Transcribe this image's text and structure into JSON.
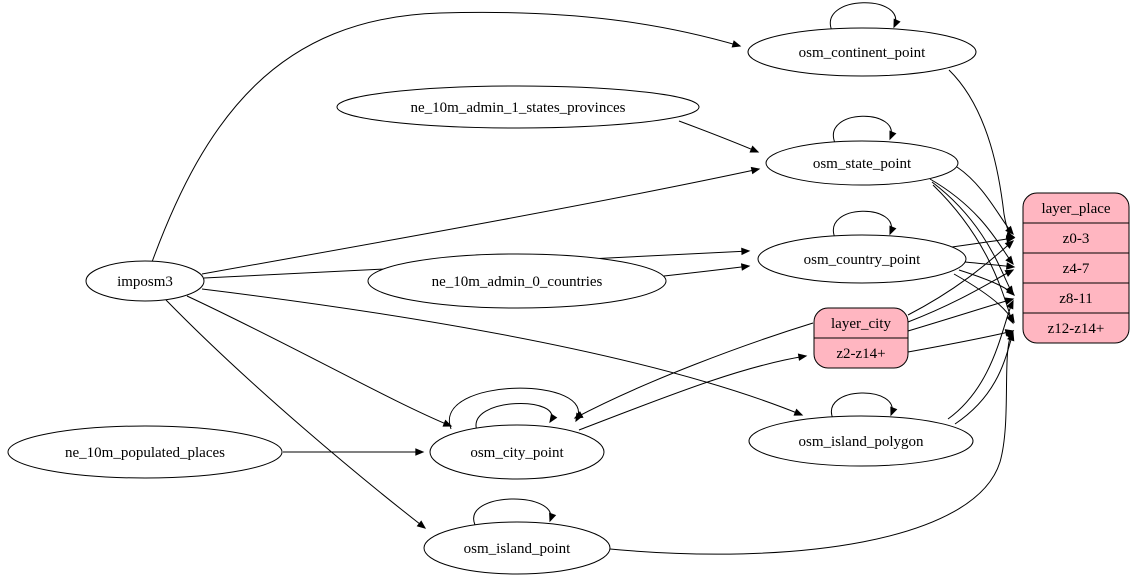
{
  "diagram": {
    "background_color": "#ffffff",
    "edge_color": "#000000",
    "ellipse_fill": "#ffffff",
    "record_fill": "#ffb6c1",
    "nodes": {
      "imposm3": {
        "shape": "ellipse",
        "label": "imposm3"
      },
      "ne_10m_admin_1_states_provinces": {
        "shape": "ellipse",
        "label": "ne_10m_admin_1_states_provinces"
      },
      "ne_10m_admin_0_countries": {
        "shape": "ellipse",
        "label": "ne_10m_admin_0_countries"
      },
      "ne_10m_populated_places": {
        "shape": "ellipse",
        "label": "ne_10m_populated_places"
      },
      "osm_continent_point": {
        "shape": "ellipse",
        "label": "osm_continent_point"
      },
      "osm_state_point": {
        "shape": "ellipse",
        "label": "osm_state_point"
      },
      "osm_country_point": {
        "shape": "ellipse",
        "label": "osm_country_point"
      },
      "osm_city_point": {
        "shape": "ellipse",
        "label": "osm_city_point"
      },
      "osm_island_polygon": {
        "shape": "ellipse",
        "label": "osm_island_polygon"
      },
      "osm_island_point": {
        "shape": "ellipse",
        "label": "osm_island_point"
      },
      "layer_city": {
        "shape": "record",
        "title": "layer_city",
        "rows": [
          "z2-z14+"
        ]
      },
      "layer_place": {
        "shape": "record",
        "title": "layer_place",
        "rows": [
          "z0-3",
          "z4-7",
          "z8-11",
          "z12-z14+"
        ]
      }
    },
    "edges": [
      {
        "from": "imposm3",
        "to": "osm_continent_point"
      },
      {
        "from": "imposm3",
        "to": "osm_state_point"
      },
      {
        "from": "imposm3",
        "to": "osm_country_point"
      },
      {
        "from": "imposm3",
        "to": "osm_city_point"
      },
      {
        "from": "imposm3",
        "to": "osm_island_polygon"
      },
      {
        "from": "imposm3",
        "to": "osm_island_point"
      },
      {
        "from": "ne_10m_admin_1_states_provinces",
        "to": "osm_state_point"
      },
      {
        "from": "ne_10m_admin_0_countries",
        "to": "osm_country_point"
      },
      {
        "from": "ne_10m_populated_places",
        "to": "osm_city_point"
      },
      {
        "from": "osm_continent_point",
        "to": "osm_continent_point"
      },
      {
        "from": "osm_state_point",
        "to": "osm_state_point"
      },
      {
        "from": "osm_country_point",
        "to": "osm_country_point"
      },
      {
        "from": "osm_city_point",
        "to": "osm_city_point"
      },
      {
        "from": "osm_city_point",
        "to": "osm_city_point"
      },
      {
        "from": "osm_island_polygon",
        "to": "osm_island_polygon"
      },
      {
        "from": "osm_island_point",
        "to": "osm_island_point"
      },
      {
        "from": "osm_city_point",
        "to": "layer_city",
        "port": "z2-z14+"
      },
      {
        "from": "layer_city",
        "to": "osm_city_point"
      },
      {
        "from": "osm_continent_point",
        "to": "layer_place",
        "port": "z0-3"
      },
      {
        "from": "osm_state_point",
        "to": "layer_place",
        "port": "z0-3"
      },
      {
        "from": "osm_state_point",
        "to": "layer_place",
        "port": "z4-7"
      },
      {
        "from": "osm_state_point",
        "to": "layer_place",
        "port": "z8-11"
      },
      {
        "from": "osm_state_point",
        "to": "layer_place",
        "port": "z12-z14+"
      },
      {
        "from": "osm_country_point",
        "to": "layer_place",
        "port": "z0-3"
      },
      {
        "from": "osm_country_point",
        "to": "layer_place",
        "port": "z4-7"
      },
      {
        "from": "osm_country_point",
        "to": "layer_place",
        "port": "z8-11"
      },
      {
        "from": "osm_country_point",
        "to": "layer_place",
        "port": "z12-z14+"
      },
      {
        "from": "layer_city",
        "to": "layer_place",
        "port": "z0-3"
      },
      {
        "from": "layer_city",
        "to": "layer_place",
        "port": "z4-7"
      },
      {
        "from": "layer_city",
        "to": "layer_place",
        "port": "z8-11"
      },
      {
        "from": "layer_city",
        "to": "layer_place",
        "port": "z12-z14+"
      },
      {
        "from": "osm_island_polygon",
        "to": "layer_place",
        "port": "z8-11"
      },
      {
        "from": "osm_island_polygon",
        "to": "layer_place",
        "port": "z12-z14+"
      },
      {
        "from": "osm_island_point",
        "to": "layer_place",
        "port": "z12-z14+"
      }
    ]
  }
}
